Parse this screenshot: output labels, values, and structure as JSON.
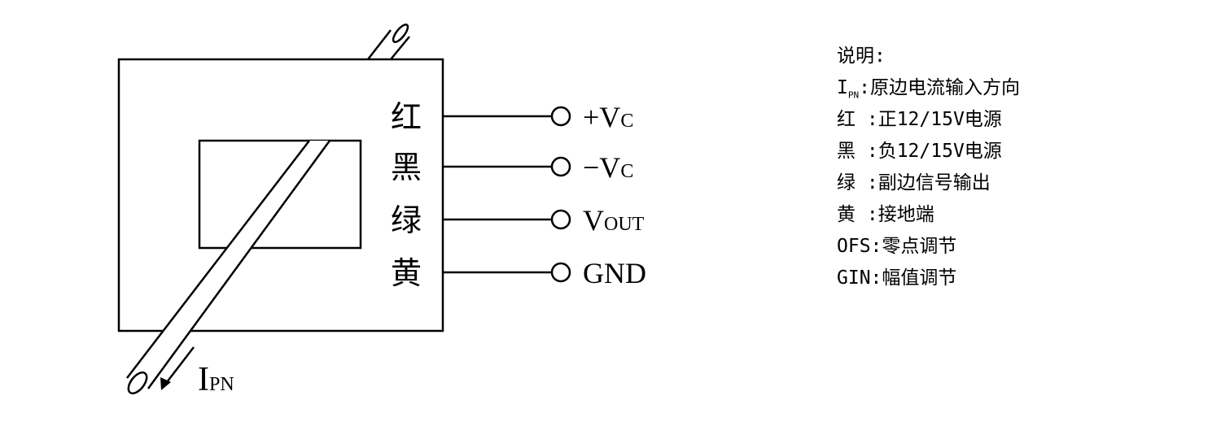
{
  "diagram": {
    "wires": [
      {
        "color_label": "红",
        "terminal_label": "+Vc",
        "main": "+V",
        "sub": "C"
      },
      {
        "color_label": "黑",
        "terminal_label": "-Vc",
        "main": "−V",
        "sub": "C"
      },
      {
        "color_label": "绿",
        "terminal_label": "Vout",
        "main": "V",
        "sub": "OUT"
      },
      {
        "color_label": "黄",
        "terminal_label": "GND",
        "main": "GND",
        "sub": ""
      }
    ],
    "current_label": {
      "main": "I",
      "sub": "PN"
    }
  },
  "legend": {
    "title": "说明:",
    "items": [
      {
        "key": "I",
        "key_sub": "PN",
        "desc": ":原边电流输入方向"
      },
      {
        "key": "红 ",
        "key_sub": "",
        "desc": ":正12/15V电源"
      },
      {
        "key": "黑 ",
        "key_sub": "",
        "desc": ":负12/15V电源"
      },
      {
        "key": "绿 ",
        "key_sub": "",
        "desc": ":副边信号输出"
      },
      {
        "key": "黄 ",
        "key_sub": "",
        "desc": ":接地端"
      },
      {
        "key": "OFS",
        "key_sub": "",
        "desc": ":零点调节"
      },
      {
        "key": "GIN",
        "key_sub": "",
        "desc": ":幅值调节"
      }
    ]
  }
}
